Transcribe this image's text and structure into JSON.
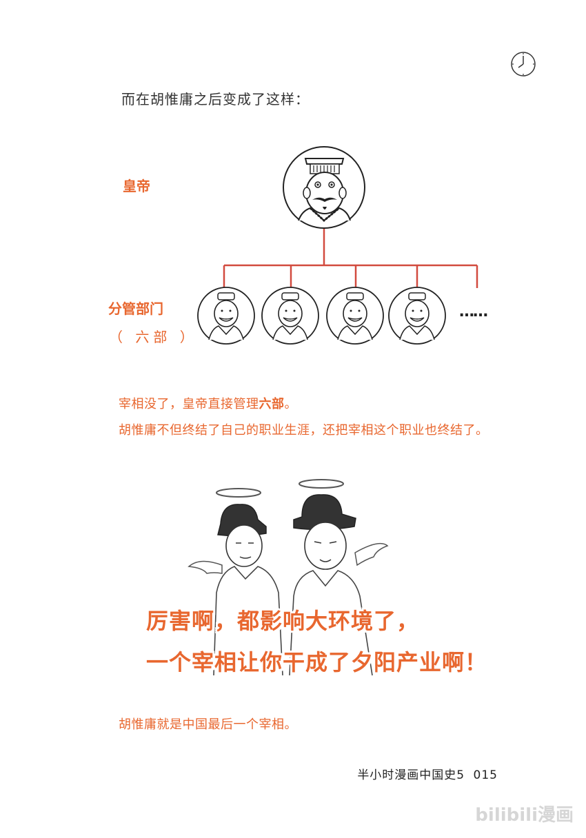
{
  "intro": "而在胡惟庸之后变成了这样：",
  "chart": {
    "emperor_label": "皇帝",
    "ministry_label": "分管部门",
    "ministry_sub": "（ 六部 ）",
    "ellipsis": "……"
  },
  "paragraph1": {
    "prefix": "宰相没了，皇帝直接管理",
    "bold": "六部",
    "suffix": "。"
  },
  "paragraph2": "胡惟庸不但终结了自己的职业生涯，还把宰相这个职业也终结了。",
  "quote": {
    "line1": "厉害啊，都影响大环境了，",
    "line2": "一个宰相让你干成了夕阳产业啊！"
  },
  "closing": "胡惟庸就是中国最后一个宰相。",
  "footer": "半小时漫画中国史5",
  "page_number": "015",
  "watermark": "bilibili漫画",
  "colors": {
    "accent": "#e8672f",
    "line": "#d24a3e"
  }
}
